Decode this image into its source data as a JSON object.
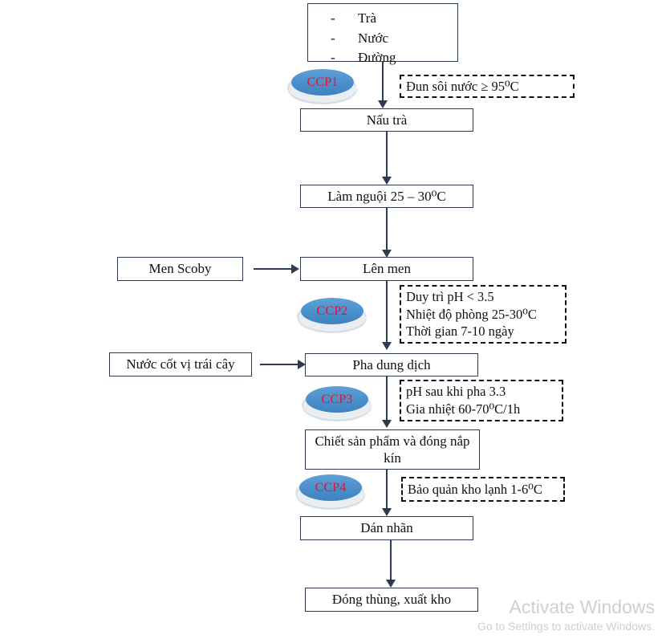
{
  "diagram": {
    "title": "Quy trinh san xuat Kombucha - so do CCP",
    "colors": {
      "box_border": "#2f3b52",
      "connector": "#2f3b52",
      "note_border": "#111111",
      "ccp_fill": "#4a90cc",
      "ccp_base": "#e9eef3",
      "ccp_text": "#e8112d",
      "text": "#101010",
      "watermark": "#d2d2d2"
    },
    "ingredients_box": {
      "items": [
        {
          "dash": "-",
          "label": "Trà"
        },
        {
          "dash": "-",
          "label": "Nước"
        },
        {
          "dash": "-",
          "label": "Đường"
        }
      ]
    },
    "steps": [
      {
        "id": "nau-tra",
        "label": "Nấu trà"
      },
      {
        "id": "lam-nguoi",
        "label": "Làm nguội 25 – 30⁰C"
      },
      {
        "id": "len-men",
        "label": "Lên men"
      },
      {
        "id": "pha-dung-dich",
        "label": "Pha dung dịch"
      },
      {
        "id": "chiet-san-pham",
        "label": "Chiết sản phẩm và đóng nắp kín"
      },
      {
        "id": "dan-nhan",
        "label": "Dán nhãn"
      },
      {
        "id": "dong-thung",
        "label": "Đóng thùng, xuất kho"
      }
    ],
    "inputs": [
      {
        "id": "men-scoby",
        "label": "Men Scoby"
      },
      {
        "id": "nuoc-cot",
        "label": "Nước cốt vị trái cây"
      }
    ],
    "ccps": [
      {
        "id": "ccp1",
        "label": "CCP1"
      },
      {
        "id": "ccp2",
        "label": "CCP2"
      },
      {
        "id": "ccp3",
        "label": "CCP3"
      },
      {
        "id": "ccp4",
        "label": "CCP4"
      }
    ],
    "notes": [
      {
        "id": "note-ccp1",
        "lines": [
          "Đun sôi nước ≥ 95⁰C"
        ]
      },
      {
        "id": "note-ccp2",
        "lines": [
          "Duy trì pH < 3.5",
          "Nhiệt độ phòng 25-30⁰C",
          "Thời gian 7-10 ngày"
        ]
      },
      {
        "id": "note-ccp3",
        "lines": [
          "pH sau khi pha 3.3",
          "Gia nhiệt 60-70⁰C/1h"
        ]
      },
      {
        "id": "note-ccp4",
        "lines": [
          "Bảo quản kho lạnh 1-6⁰C"
        ]
      }
    ]
  },
  "watermark": {
    "title": "Activate Windows",
    "subtitle": "Go to Settings to activate Windows."
  }
}
